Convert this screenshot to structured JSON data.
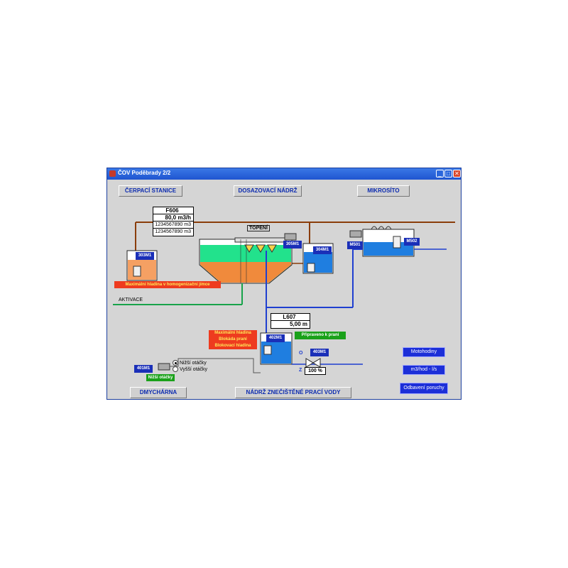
{
  "window": {
    "title": "ČOV Poděbrady 2/2",
    "minimize": "_",
    "maximize": "□",
    "close": "✕"
  },
  "headers": {
    "cerpaci": "ČERPACÍ STANICE",
    "dosazovaci": "DOSAZOVACÍ NÁDRŽ",
    "mikrosito": "MIKROSÍTO",
    "dmychar": "DMYCHÁRNA",
    "nadrz_prac": "NÁDRŽ ZNEČIŠTĚNÉ PRACÍ VODY"
  },
  "flowmeter": {
    "id": "F606",
    "flow": "80,0 m3/h",
    "total1": "1234567890 m3",
    "total2": "1234567890 m3"
  },
  "level": {
    "id": "L607",
    "value": "5,00 m"
  },
  "labels": {
    "topeni": "TOPENÍ",
    "aktivace": "AKTIVACE",
    "alarm_homog": "Maximální hladina v homogenizační jímce",
    "alarm_block": [
      "Maximální hladina",
      "Blokáda praní",
      "Blokovací hladina"
    ],
    "pripraveno": "Připraveno k praní",
    "nizsi_badge": "Nižší otáčky",
    "valve_open": "O",
    "valve_closed": "Z",
    "valve_pct": "100 %"
  },
  "tags": {
    "p303": "303M1",
    "p305": "305M1",
    "p304": "304M1",
    "m501": "M501",
    "m502": "M502",
    "p402": "402M1",
    "v403": "403M1",
    "b401": "401M1"
  },
  "speed": {
    "low": "Nižší otáčky",
    "high": "Vyšší otáčky",
    "selected": "low"
  },
  "buttons": {
    "motohodiny": "Motohodiny",
    "units": "m3/hod - l/s",
    "ack": "Odbavení poruchy"
  },
  "colors": {
    "pipe_brown": "#8a3d0a",
    "pipe_blue": "#1f3fd0",
    "water": "#1f7ee0",
    "sludge": "#f08a3c",
    "activation": "#22e28c"
  }
}
